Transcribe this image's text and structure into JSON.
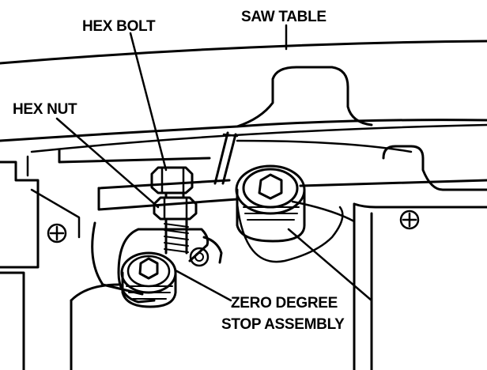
{
  "labels": {
    "hex_bolt": "HEX BOLT",
    "saw_table": "SAW TABLE",
    "hex_nut": "HEX NUT",
    "zero_degree_line1": "ZERO DEGREE",
    "zero_degree_line2": "STOP ASSEMBLY"
  },
  "colors": {
    "ink": "#000000",
    "paper": "#ffffff"
  }
}
